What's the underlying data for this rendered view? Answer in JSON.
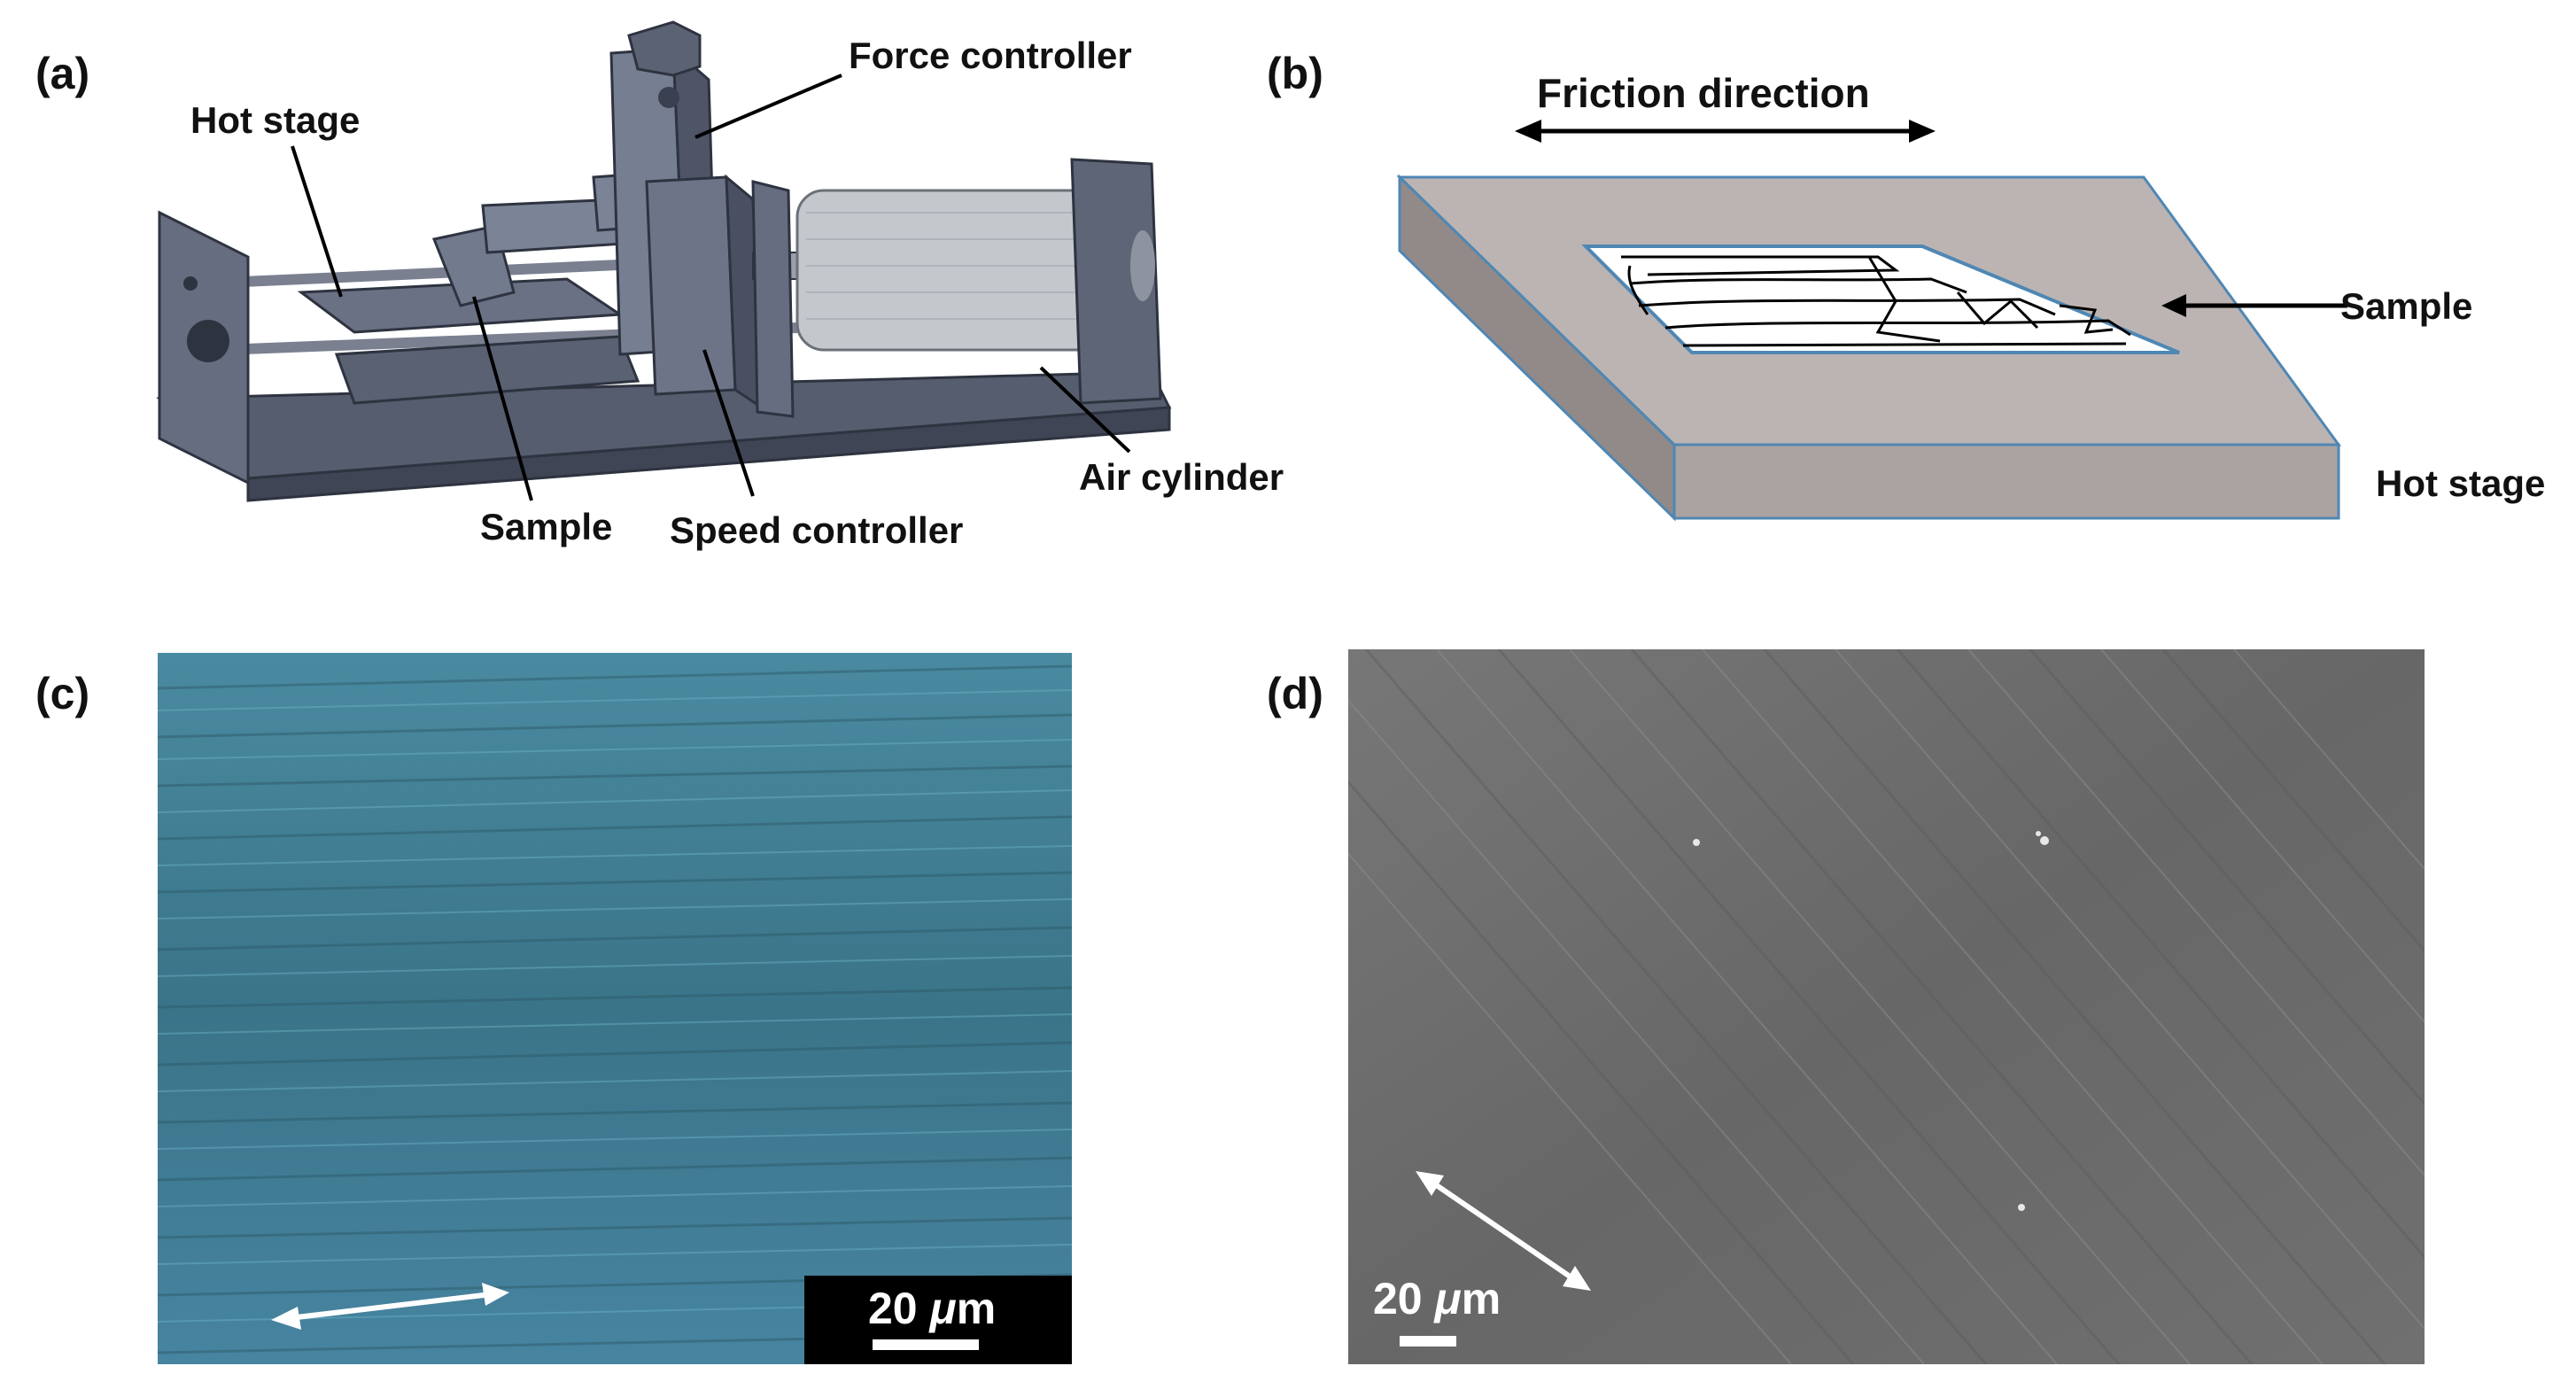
{
  "figure": {
    "panel_a": {
      "label": "(a)",
      "callouts": {
        "force_controller": "Force controller",
        "hot_stage": "Hot stage",
        "sample": "Sample",
        "speed_controller": "Speed controller",
        "air_cylinder": "Air cylinder"
      }
    },
    "panel_b": {
      "label": "(b)",
      "friction_direction": "Friction direction",
      "sample": "Sample",
      "hot_stage": "Hot stage"
    },
    "panel_c": {
      "label": "(c)",
      "scale_value": "20",
      "scale_unit_mu": "μ",
      "scale_unit_m": "m"
    },
    "panel_d": {
      "label": "(d)",
      "scale_value": "20",
      "scale_unit_mu": "μ",
      "scale_unit_m": "m"
    },
    "colors": {
      "machine_body": "#5f6678",
      "machine_dark": "#3a4050",
      "cylinder": "#bfc3c8",
      "stage_face": "#bcb4b2",
      "stage_side": "#8f8987",
      "optical_bg": "#3f7e93",
      "sem_bg": "#6a6a6a"
    }
  }
}
